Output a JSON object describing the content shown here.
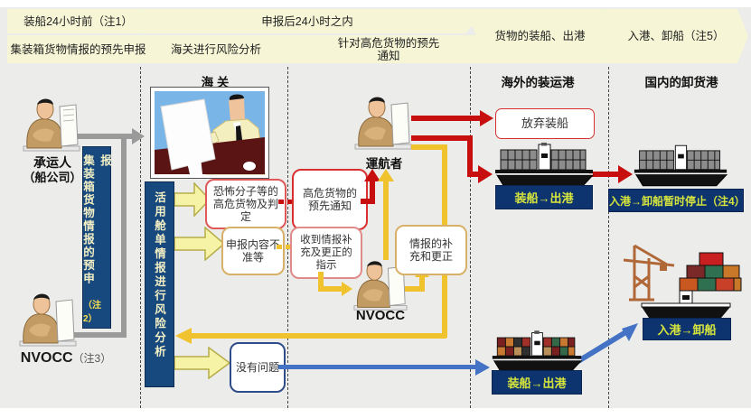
{
  "banner": {
    "row1": [
      {
        "label": "装船24小时前（注1）"
      },
      {
        "label": "申报后24小时之内"
      }
    ],
    "row2": [
      {
        "label": "集装箱货物情报的预先申报"
      },
      {
        "label": "海关进行风险分析"
      },
      {
        "label": "针对高危货物的预先通知"
      }
    ],
    "tall": [
      {
        "label": "货物的装船、出港"
      },
      {
        "label": "入港、卸船（注5）"
      }
    ]
  },
  "sections": {
    "customs": "海 关",
    "overseas": "海外的装运港",
    "domestic": "国内的卸货港"
  },
  "actors": {
    "carrier": {
      "name": "承运人",
      "sub": "（船公司）"
    },
    "nvocc_left": {
      "name": "NVOCC",
      "note": "（注3）"
    },
    "operator": {
      "name": "運航者"
    },
    "nvocc_mid": {
      "name": "NVOCC"
    }
  },
  "bars": {
    "pre_declaration": {
      "text": "集装箱货物情报的预申报",
      "note": "（注2）"
    },
    "risk_analysis": {
      "text": "活用舱单情报进行风险分析"
    }
  },
  "boxes": {
    "terror": "恐怖分子等的高危货物及判定",
    "inaccurate": "申报内容不准等",
    "no_problem": "没有问题",
    "advance_notice": "高危货物的预先通知",
    "instruction": "收到情报补充及更正的指示",
    "supplement": "情报的补充和更正",
    "abandon": "放弃装船"
  },
  "ships": {
    "load_depart_top": "装船→出港",
    "arrival_suspend": "入港→卸船暂时停止（注4）",
    "load_depart_bottom": "装船→出港",
    "arrival_unload": "入港→卸船"
  },
  "colors": {
    "banner_fill": "#f6f6d6",
    "bar_navy": "#17497e",
    "label_navy": "#0e3470",
    "label_text": "#d6e53c",
    "red_line": "#c70f0f",
    "gold_line": "#efc22e",
    "blue_line": "#4472c4",
    "gray_line": "#9a9a9a"
  }
}
